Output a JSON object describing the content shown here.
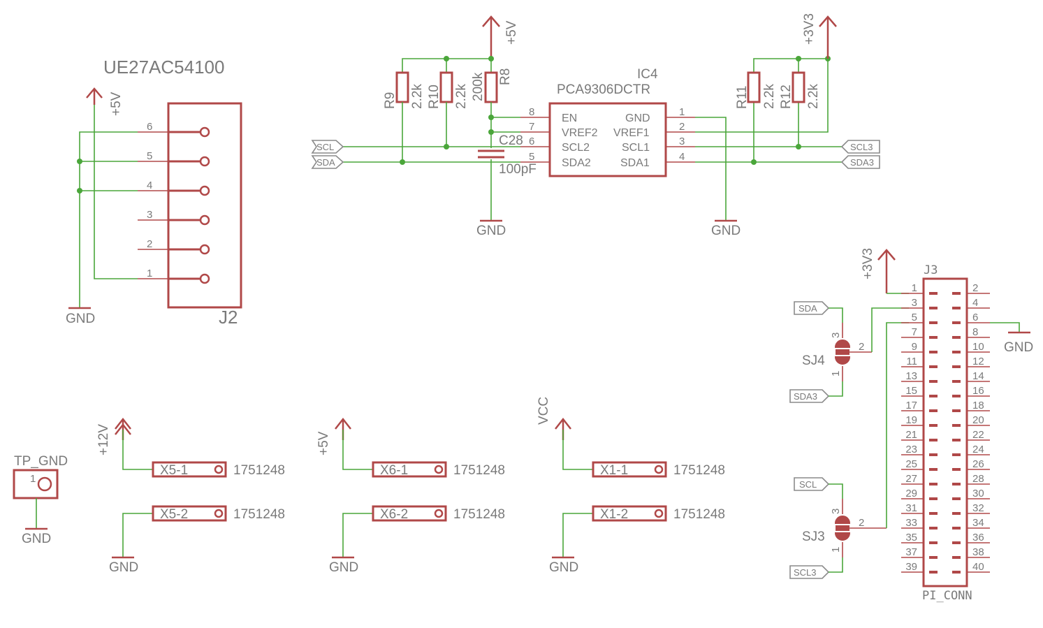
{
  "connector_j2": {
    "part": "UE27AC54100",
    "name": "J2",
    "pins": [
      "6",
      "5",
      "4",
      "3",
      "2",
      "1"
    ],
    "power": "+5V",
    "ground": "GND"
  },
  "ic4": {
    "name": "IC4",
    "part": "PCA9306DCTR",
    "left_pins": [
      {
        "num": "8",
        "name": "EN"
      },
      {
        "num": "7",
        "name": "VREF2"
      },
      {
        "num": "6",
        "name": "SCL2"
      },
      {
        "num": "5",
        "name": "SDA2"
      }
    ],
    "right_pins": [
      {
        "num": "1",
        "name": "GND"
      },
      {
        "num": "2",
        "name": "VREF1"
      },
      {
        "num": "3",
        "name": "SCL1"
      },
      {
        "num": "4",
        "name": "SDA1"
      }
    ]
  },
  "power_top": {
    "left": "+5V",
    "right": "+3V3"
  },
  "resistors": {
    "r9": {
      "name": "R9",
      "value": "2.2k"
    },
    "r10": {
      "name": "R10",
      "value": "2.2k"
    },
    "r8": {
      "name": "R8",
      "value": "200k"
    },
    "r11": {
      "name": "R11",
      "value": "2.2k"
    },
    "r12": {
      "name": "R12",
      "value": "2.2k"
    }
  },
  "capacitor": {
    "name": "C28",
    "value": "100pF"
  },
  "net_labels": {
    "scl": "SCL",
    "sda": "SDA",
    "scl3": "SCL3",
    "sda3": "SDA3"
  },
  "grounds": {
    "gnd": "GND"
  },
  "jumpers": {
    "sj4": {
      "name": "SJ4",
      "pin3": "3",
      "pin2": "2",
      "pin1": "1",
      "top": "SDA",
      "bottom": "SDA3"
    },
    "sj3": {
      "name": "SJ3",
      "pin3": "3",
      "pin2": "2",
      "pin1": "1",
      "top": "SCL",
      "bottom": "SCL3"
    }
  },
  "header_j3": {
    "name": "J3",
    "part": "PI_CONN",
    "power": "+3V3",
    "ground": "GND",
    "odd_pins": [
      "1",
      "3",
      "5",
      "7",
      "9",
      "11",
      "13",
      "15",
      "17",
      "19",
      "21",
      "23",
      "25",
      "27",
      "29",
      "31",
      "33",
      "35",
      "37",
      "39"
    ],
    "even_pins": [
      "2",
      "4",
      "6",
      "8",
      "10",
      "12",
      "14",
      "16",
      "18",
      "20",
      "22",
      "24",
      "26",
      "28",
      "30",
      "32",
      "34",
      "36",
      "38",
      "40"
    ]
  },
  "testpoint": {
    "name": "TP_GND",
    "pin": "1",
    "ground": "GND"
  },
  "terminals": [
    {
      "power": "+12V",
      "pin1": "X5-1",
      "pin2": "X5-2",
      "part1": "1751248",
      "part2": "1751248",
      "ground": "GND"
    },
    {
      "power": "+5V",
      "pin1": "X6-1",
      "pin2": "X6-2",
      "part1": "1751248",
      "part2": "1751248",
      "ground": "GND"
    },
    {
      "power": "VCC",
      "pin1": "X1-1",
      "pin2": "X1-2",
      "part1": "1751248",
      "part2": "1751248",
      "ground": "GND"
    }
  ]
}
